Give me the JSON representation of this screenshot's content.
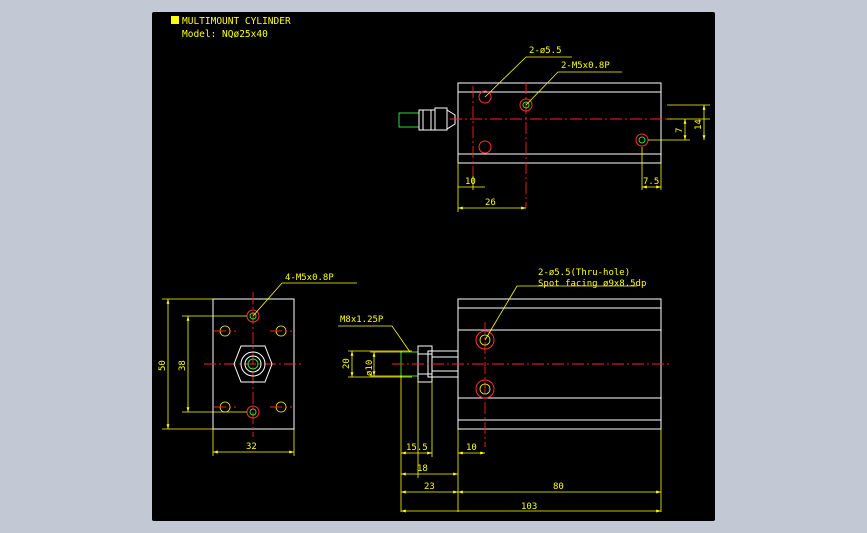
{
  "title_block": {
    "line1": "MULTIMOUNT CYLINDER",
    "line2": "Model: NQø25x40"
  },
  "colors": {
    "background": "#000000",
    "outline": "#ffffff",
    "dimension": "#ffff00",
    "centerline": "#ff2020",
    "thread": "#33dd33",
    "frame": "#c3c8d5"
  },
  "top_view": {
    "callout_holes": "2-ø5.5",
    "callout_ports": "2-M5x0.8P",
    "dim_10": "10",
    "dim_26": "26",
    "dim_7_5": "7.5",
    "dim_7": "7",
    "dim_14": "14"
  },
  "end_view": {
    "callout_threads": "4-M5x0.8P",
    "dim_50": "50",
    "dim_38": "38",
    "dim_32": "32"
  },
  "side_view": {
    "callout_thru_1": "2-ø5.5(Thru-hole)",
    "callout_thru_2": "Spot facing ø9x8.5dp",
    "callout_rod_thread": "M8x1.25P",
    "dim_20": "20",
    "dim_phi10": "ø10",
    "dim_15_5": "15.5",
    "dim_10": "10",
    "dim_18": "18",
    "dim_23": "23",
    "dim_80": "80",
    "dim_103": "103"
  }
}
